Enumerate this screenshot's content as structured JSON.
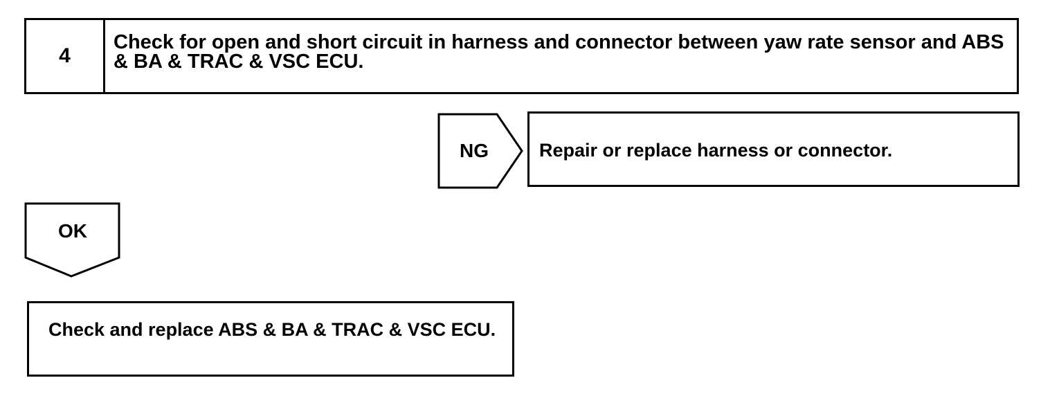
{
  "step": {
    "number": "4",
    "description": "Check for open and short circuit in harness and connector between yaw rate sensor and ABS & BA & TRAC & VSC ECU."
  },
  "ng_branch": {
    "label": "NG",
    "result": "Repair or replace harness or connector."
  },
  "ok_branch": {
    "label": "OK",
    "result": "Check and replace ABS & BA & TRAC & VSC ECU."
  }
}
